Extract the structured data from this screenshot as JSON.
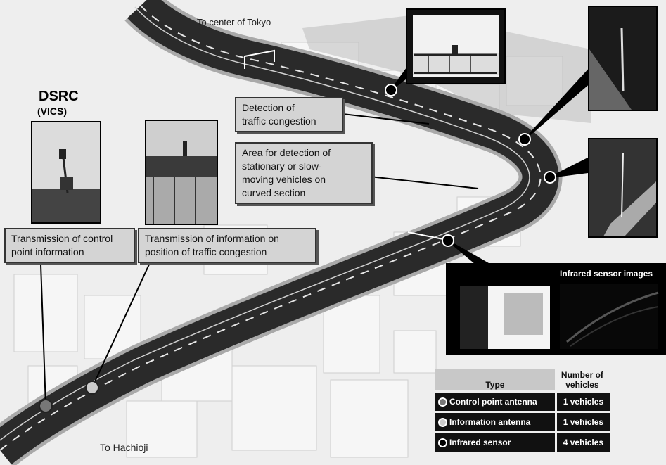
{
  "labels": {
    "to_center": "To center of Tokyo",
    "to_hachioji": "To Hachioji"
  },
  "dsrc": {
    "title": "DSRC",
    "subtitle": "(VICS)"
  },
  "callouts": {
    "detection_congestion": [
      "Detection of",
      "traffic congestion"
    ],
    "area_detection": [
      "Area for detection of",
      "stationary or slow-",
      "moving vehicles on",
      "curved section"
    ],
    "control_point": [
      "Transmission of control",
      "point information"
    ],
    "position_congestion": [
      "Transmission of information on",
      "position of traffic congestion"
    ]
  },
  "infrared": {
    "title": "Infrared sensor images"
  },
  "legend": {
    "header_type": "Type",
    "header_number": [
      "Number of",
      "vehicles"
    ],
    "rows": [
      {
        "type": "Control point antenna",
        "count": "1 vehicles",
        "symbol": "control-point"
      },
      {
        "type": "Information antenna",
        "count": "1 vehicles",
        "symbol": "information"
      },
      {
        "type": "Infrared sensor",
        "count": "4 vehicles",
        "symbol": "infrared"
      }
    ]
  },
  "colors": {
    "road": "#2a2a2a",
    "callout_bg": "#d4d4d4",
    "marker_control": "#777777",
    "marker_info": "#cccccc",
    "marker_ir": "#000000"
  }
}
